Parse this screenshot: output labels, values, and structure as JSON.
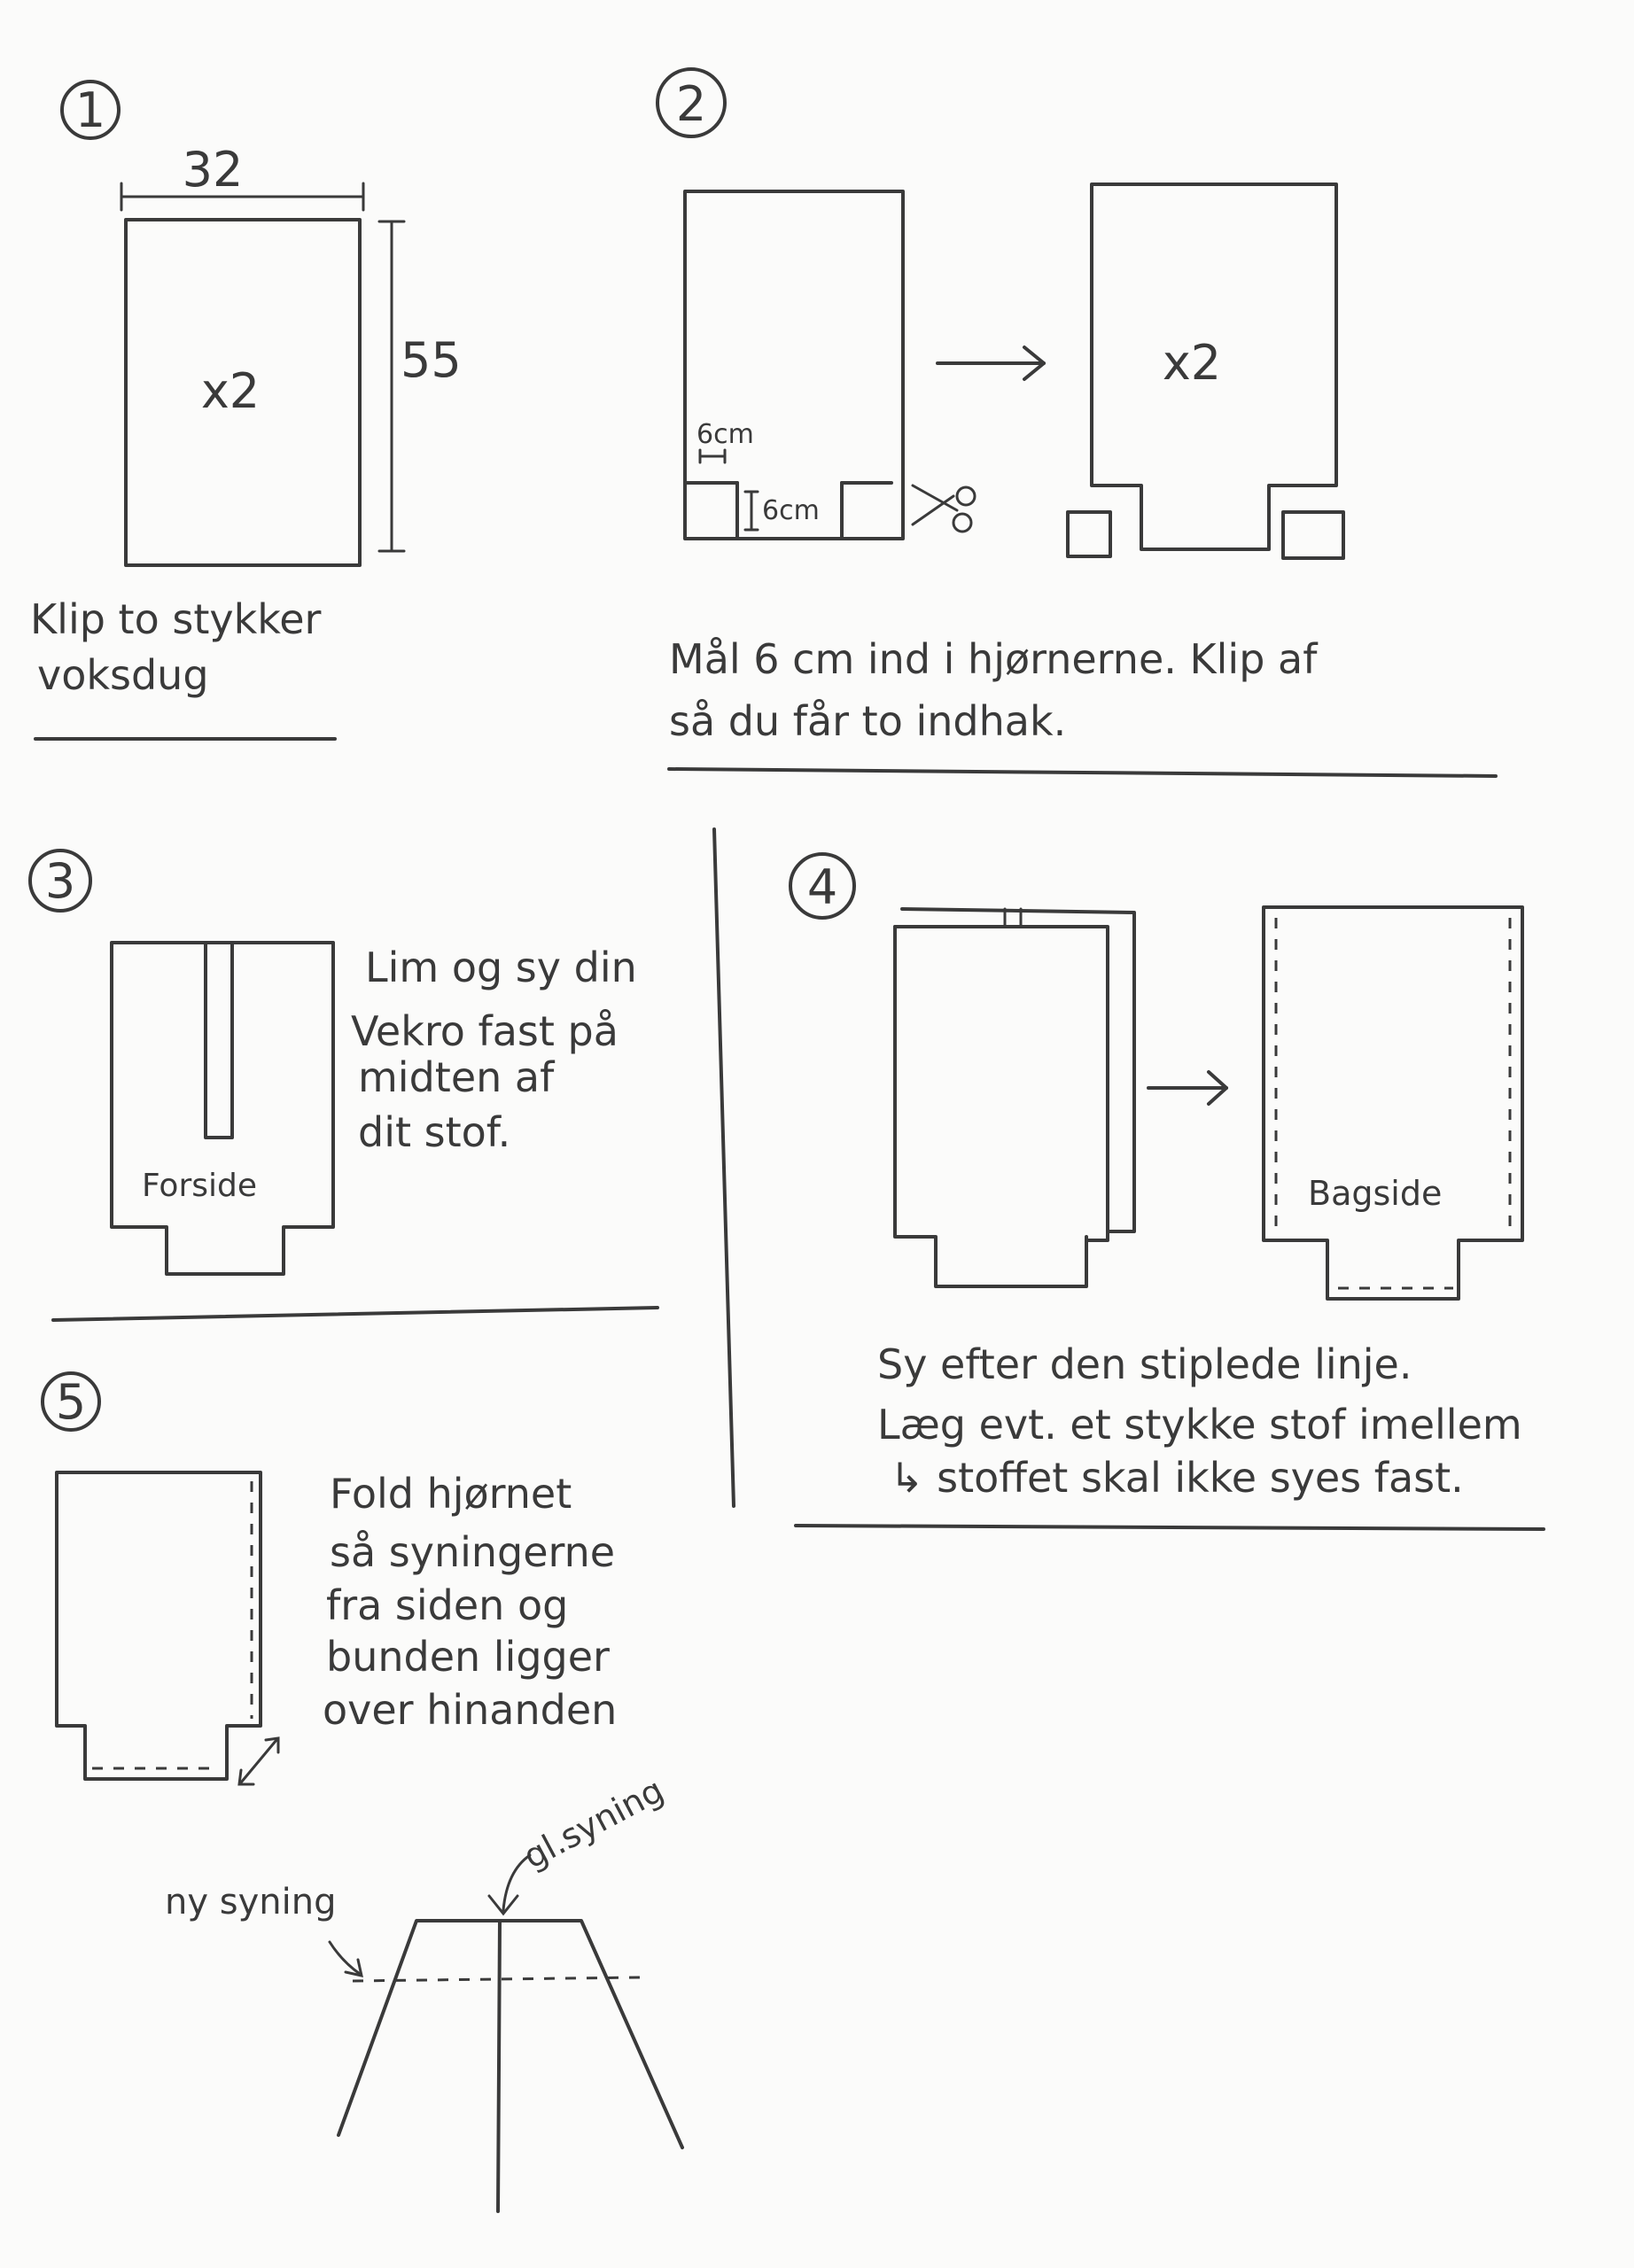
{
  "steps": [
    {
      "number": "1",
      "dim_width": "32",
      "dim_height": "55",
      "count": "x2",
      "caption": [
        "Klip to stykker",
        "voksdug"
      ]
    },
    {
      "number": "2",
      "corner_width": "6cm",
      "corner_height": "6cm",
      "count": "x2",
      "caption": [
        "Mål 6 cm ind i hjørnerne. Klip af",
        "så du får to indhak."
      ]
    },
    {
      "number": "3",
      "side_label": "Forside",
      "caption": [
        "Lim og sy din",
        "Vekro fast på",
        "midten af",
        "dit stof."
      ]
    },
    {
      "number": "4",
      "side_label": "Bagside",
      "caption": [
        "Sy efter den stiplede linje.",
        "Læg evt. et stykke stof imellem",
        "↳ stoffet skal ikke syes fast."
      ]
    },
    {
      "number": "5",
      "caption": [
        "Fold hjørnet",
        "så syningerne",
        "fra siden og",
        "bunden ligger",
        "over hinanden"
      ],
      "label_new_seam": "ny syning",
      "label_old_seam": "gl.syning"
    }
  ],
  "icons": {
    "scissors": "scissors-icon",
    "arrow": "arrow-right-icon"
  }
}
